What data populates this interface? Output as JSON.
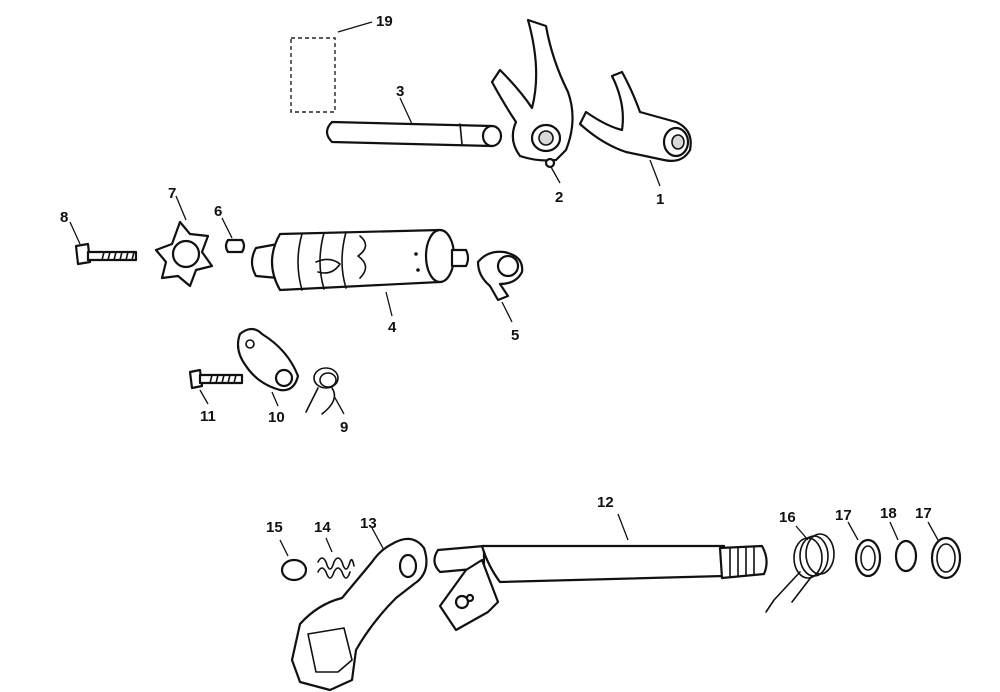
{
  "diagram": {
    "callouts": {
      "c1": "1",
      "c2": "2",
      "c3": "3",
      "c4": "4",
      "c5": "5",
      "c6": "6",
      "c7": "7",
      "c8": "8",
      "c9": "9",
      "c10": "10",
      "c11": "11",
      "c12": "12",
      "c13": "13",
      "c14": "14",
      "c15": "15",
      "c16": "16",
      "c17a": "17",
      "c17b": "17",
      "c18": "18",
      "c19": "19"
    },
    "colors": {
      "ink": "#111111",
      "paper": "#ffffff"
    }
  }
}
